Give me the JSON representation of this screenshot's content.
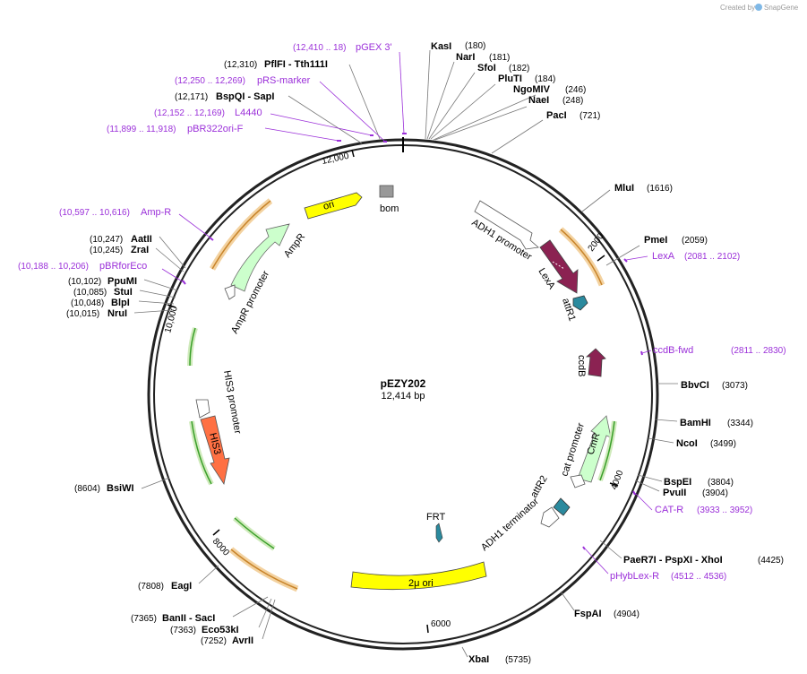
{
  "credit": {
    "text": "Created by",
    "brand": "SnapGene"
  },
  "plasmid": {
    "name": "pEZY202",
    "size": "12,414 bp",
    "total_bp": 12414
  },
  "ticks": [
    {
      "label": "2000",
      "bp": 2000
    },
    {
      "label": "4000",
      "bp": 4000
    },
    {
      "label": "6000",
      "bp": 6000
    },
    {
      "label": "8000",
      "bp": 8000
    },
    {
      "label": "10,000",
      "bp": 10000
    },
    {
      "label": "12,000",
      "bp": 12000
    }
  ],
  "sites": [
    {
      "pos": "(180)",
      "name": "KasI"
    },
    {
      "pos": "(181)",
      "name": "NarI"
    },
    {
      "pos": "(182)",
      "name": "SfoI"
    },
    {
      "pos": "(184)",
      "name": "PluTI"
    },
    {
      "pos": "(246)",
      "name": "NgoMIV"
    },
    {
      "pos": "(248)",
      "name": "NaeI"
    },
    {
      "pos": "(721)",
      "name": "PacI"
    },
    {
      "pos": "(1616)",
      "name": "MluI"
    },
    {
      "pos": "(2059)",
      "name": "PmeI"
    },
    {
      "pos": "(3073)",
      "name": "BbvCI"
    },
    {
      "pos": "(3344)",
      "name": "BamHI"
    },
    {
      "pos": "(3499)",
      "name": "NcoI"
    },
    {
      "pos": "(3804)",
      "name": "BspEI"
    },
    {
      "pos": "(3904)",
      "name": "PvuII"
    },
    {
      "pos": "(4425)",
      "name": "PaeR7I - PspXI - XhoI"
    },
    {
      "pos": "(4904)",
      "name": "FspAI"
    },
    {
      "pos": "(5735)",
      "name": "XbaI"
    },
    {
      "pos": "(7252)",
      "name": "AvrII"
    },
    {
      "pos": "(7363)",
      "name": "Eco53kI"
    },
    {
      "pos": "(7365)",
      "name": "BanII - SacI"
    },
    {
      "pos": "(7808)",
      "name": "EagI"
    },
    {
      "pos": "(8604)",
      "name": "BsiWI"
    },
    {
      "pos": "(10,015)",
      "name": "NruI"
    },
    {
      "pos": "(10,048)",
      "name": "BlpI"
    },
    {
      "pos": "(10,085)",
      "name": "StuI"
    },
    {
      "pos": "(10,102)",
      "name": "PpuMI"
    },
    {
      "pos": "(10,245)",
      "name": "ZraI"
    },
    {
      "pos": "(10,247)",
      "name": "AatII"
    },
    {
      "pos": "(12,171)",
      "name": "BspQI - SapI"
    },
    {
      "pos": "(12,310)",
      "name": "PflFI - Tth111I"
    }
  ],
  "primers": [
    {
      "pos": "(12,410 .. 18)",
      "name": "pGEX 3'"
    },
    {
      "pos": "(12,250 .. 12,269)",
      "name": "pRS-marker"
    },
    {
      "pos": "(12,152 .. 12,169)",
      "name": "L4440"
    },
    {
      "pos": "(11,899 .. 11,918)",
      "name": "pBR322ori-F"
    },
    {
      "pos": "(10,597 .. 10,616)",
      "name": "Amp-R"
    },
    {
      "pos": "(10,188 .. 10,206)",
      "name": "pBRforEco"
    },
    {
      "pos": "(2081 .. 2102)",
      "name": "LexA"
    },
    {
      "pos": "(2811 .. 2830)",
      "name": "ccdB-fwd"
    },
    {
      "pos": "(3933 .. 3952)",
      "name": "CAT-R"
    },
    {
      "pos": "(4512 .. 4536)",
      "name": "pHybLex-R"
    }
  ],
  "features": {
    "ori": "ori",
    "bom": "bom",
    "ampr": "AmpR",
    "ampr_promoter": "AmpR promoter",
    "adh1_promoter": "ADH1 promoter",
    "lexa": "LexA",
    "attr1": "attR1",
    "ccdb": "ccdB",
    "cat_promoter": "cat promoter",
    "cmr": "CmR",
    "attr2": "attR2",
    "adh1_terminator": "ADH1 terminator",
    "frt": "FRT",
    "two_micron_ori": "2μ ori",
    "his3_promoter": "HIS3 promoter",
    "his3": "HIS3"
  },
  "colors": {
    "primer": "#9b30d9",
    "backbone": "#222222",
    "ori": "#ffff00",
    "ampr": "#ccffcc",
    "lexa": "#8b2252",
    "attr": "#2b8a9e",
    "his3": "#ff7043",
    "bom": "#999999",
    "orange_arc": "#c8842a",
    "green_arc": "#3aa02a"
  }
}
